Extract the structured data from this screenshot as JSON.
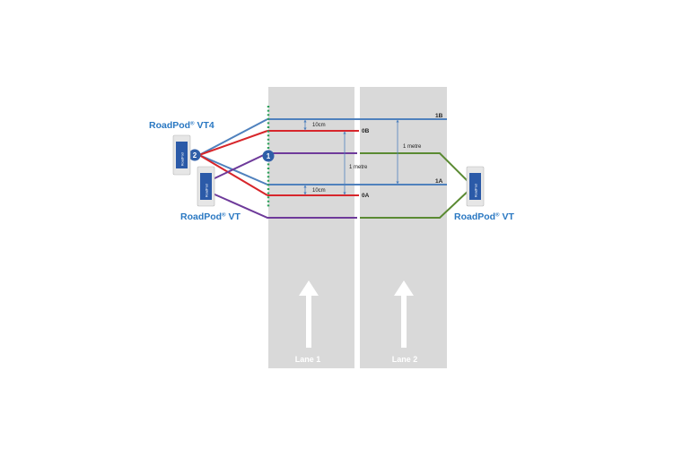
{
  "devices": {
    "vt4": {
      "name": "RoadPod",
      "mark": "®",
      "model": "VT4"
    },
    "vt_left": {
      "name": "RoadPod",
      "mark": "®",
      "model": "VT"
    },
    "vt_right": {
      "name": "RoadPod",
      "mark": "®",
      "model": "VT"
    },
    "pod_text": "RoadPod"
  },
  "badges": {
    "one": "1",
    "two": "2"
  },
  "loops": {
    "b1": "1B",
    "b0": "0B",
    "a1": "1A",
    "a0": "0A"
  },
  "dimensions": {
    "gap_b": "10cm",
    "gap_a": "10cm",
    "metre_left": "1 metre",
    "metre_right": "1 metre"
  },
  "lanes": {
    "lane1": "Lane 1",
    "lane2": "Lane 2"
  },
  "colors": {
    "road": "#d9d9d9",
    "marking": "#ffffff",
    "loop_blue": "#4f81bd",
    "loop_red": "#d7262b",
    "loop_purple": "#6e3a9a",
    "loop_green": "#5a8a32",
    "sensor_dots": "#2da05a",
    "label_blue": "#2a78c2",
    "badge": "#2f5fa8",
    "device_body": "#2b5aa8"
  }
}
